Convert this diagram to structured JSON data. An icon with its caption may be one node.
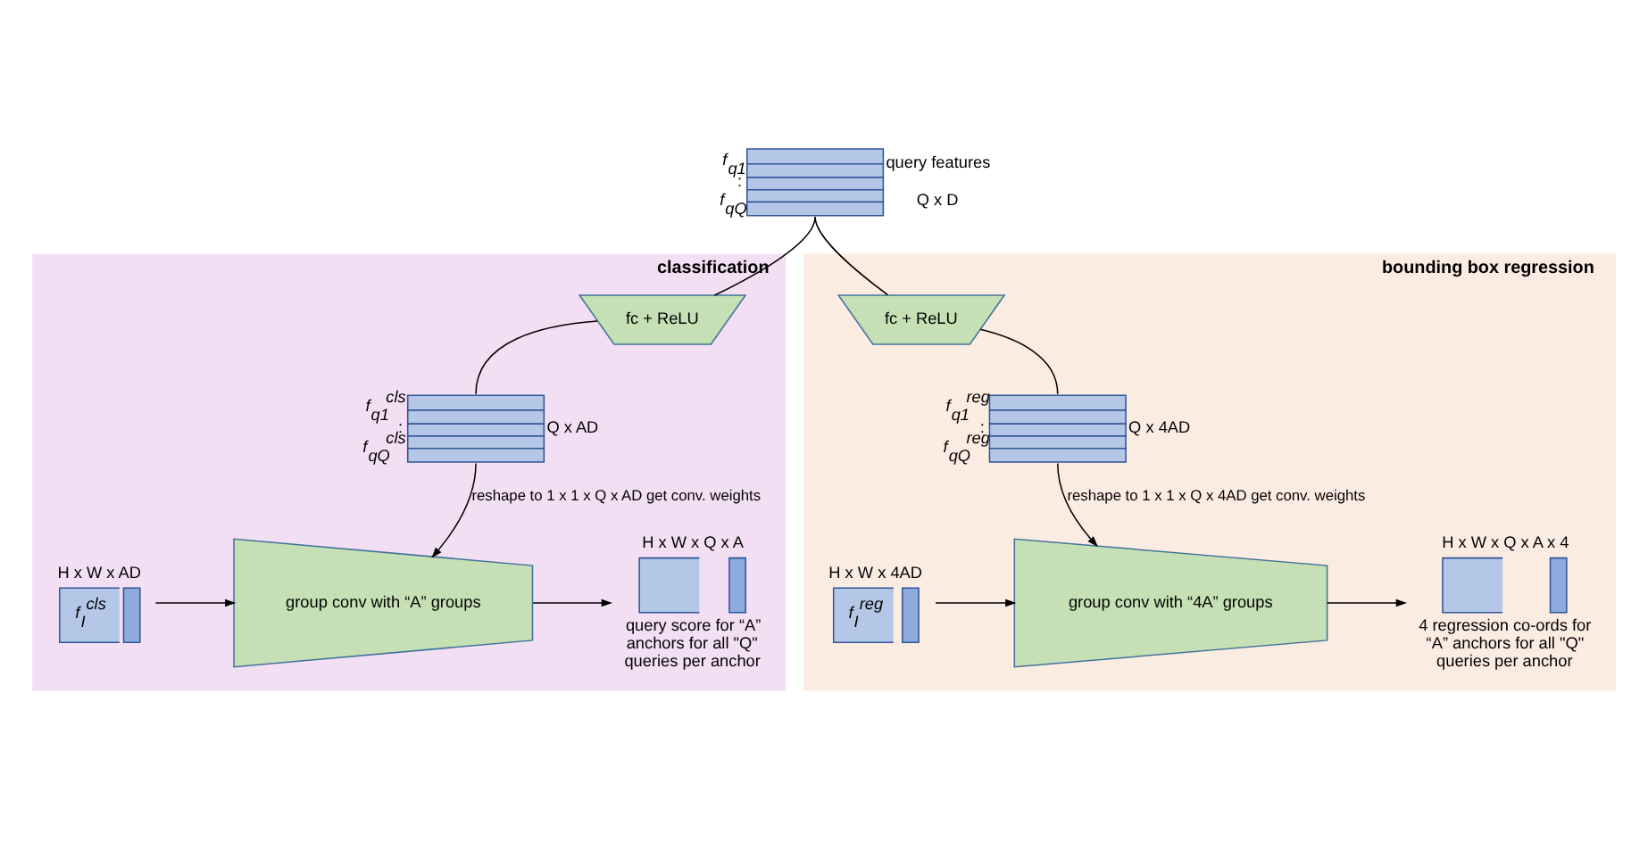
{
  "diagram": {
    "nodes": [
      {
        "text": [],
        "shape": "bar",
        "beside": [
          "*f*$_{q1}$",
          ":",
          "*f*$_{qQ}$",
          "query features",
          "Q x D"
        ]
      },
      {
        "text": [
          "classification"
        ]
      },
      {
        "text": [
          "fc + ReLU"
        ],
        "in": 1
      },
      {
        "text": [],
        "shape": "bar",
        "in": 1,
        "beside": [
          "*f*$_{q1}$$^{cls}$",
          ":",
          "*f*$_{qQ}$$^{cls}$",
          "Q x AD"
        ]
      },
      {
        "text": [
          "group conv with “A” groups"
        ],
        "in": 1
      },
      {
        "text": [
          "*f*$_{I}$$^{cls}$"
        ],
        "in": 1,
        "beside": [
          "H x W x AD"
        ]
      },
      {
        "text": [],
        "shape": "cube",
        "in": 1,
        "beside": [
          "H x W x Q x A",
          "query score for “A” anchors for all \"Q\" queries per anchor"
        ]
      },
      {
        "text": [
          "bounding box regression"
        ]
      },
      {
        "text": [
          "fc + ReLU"
        ],
        "in": 7
      },
      {
        "text": [],
        "shape": "bar",
        "in": 7,
        "beside": [
          "*f*$_{q1}$$^{reg}$",
          ":",
          "*f*$_{qQ}$$^{reg}$",
          "Q x 4AD"
        ]
      },
      {
        "text": [
          "group conv with “4A” groups"
        ],
        "in": 7
      },
      {
        "text": [
          "*f*$_{I}$$^{reg}$"
        ],
        "in": 7,
        "beside": [
          "H x W x 4AD"
        ]
      },
      {
        "text": [],
        "shape": "cube",
        "in": 7,
        "beside": [
          "H x W x Q x A x 4",
          "4 regression co-ords for “A” anchors for all \"Q\" queries per anchor"
        ]
      }
    ],
    "edges": [
      {
        "from": 0,
        "to": 2,
        "arrow": "none"
      },
      {
        "from": 0,
        "to": 8,
        "arrow": "none"
      },
      {
        "from": 2,
        "to": 3,
        "arrow": "none"
      },
      {
        "from": 3,
        "to": 4,
        "arrow": "to",
        "label": "reshape to 1 x 1 x Q x AD get conv. weights"
      },
      {
        "from": 5,
        "to": 4,
        "arrow": "to"
      },
      {
        "from": 4,
        "to": 6,
        "arrow": "to"
      },
      {
        "from": 8,
        "to": 9,
        "arrow": "none"
      },
      {
        "from": 9,
        "to": 10,
        "arrow": "to",
        "label": "reshape to 1 x 1 x Q x 4AD get conv. weights"
      },
      {
        "from": 11,
        "to": 10,
        "arrow": "to"
      },
      {
        "from": 10,
        "to": 12,
        "arrow": "to"
      }
    ]
  }
}
